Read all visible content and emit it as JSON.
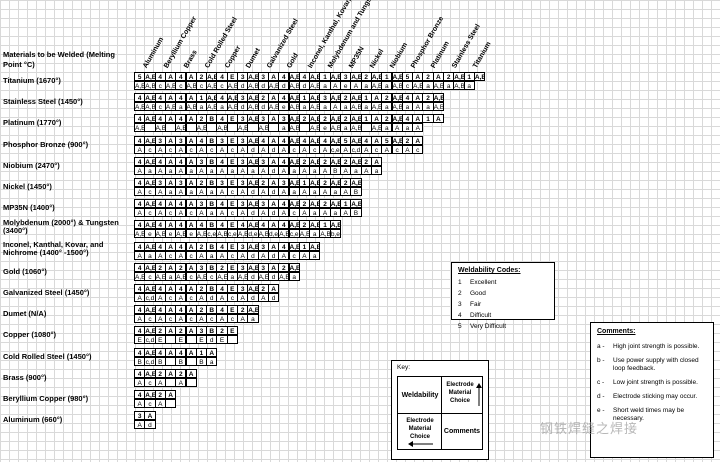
{
  "header_title": "Materials to be Welded (Melting Point °C)",
  "columns": [
    "Aluminum",
    "Beryllium Copper",
    "Brass",
    "Cold Rolled Steel",
    "Copper",
    "Dumet",
    "Galvanized Steel",
    "Gold",
    "Inconel, Kanthal, Kovar, and Nichrome",
    "Molybdenum and Tungsten",
    "MP35N",
    "Nickel",
    "Niobium",
    "Phosphor Bronze",
    "Platinum",
    "Stainless Steel",
    "Titanium"
  ],
  "rows": [
    {
      "label": "Titanium (1670°)",
      "top": [
        "5",
        "A,E",
        "4",
        "A",
        "4",
        "A",
        "2",
        "A,B",
        "4",
        "E",
        "3",
        "A,B",
        "3",
        "A",
        "4",
        "A,E",
        "4",
        "A,E",
        "1",
        "A,B",
        "3",
        "A,B",
        "2",
        "A,B",
        "1",
        "A,B",
        "5",
        "A",
        "2",
        "A",
        "2",
        "A,B",
        "1",
        "A,B"
      ],
      "bot": [
        "A,B",
        "A,B",
        "c",
        "A,B",
        "c",
        "A,B",
        "c",
        "A,B",
        "c",
        "A,B",
        "d",
        "A,B",
        "d",
        "A,B",
        "d",
        "A,B",
        "d",
        "A,B",
        "a",
        "A",
        "e",
        "A",
        "a",
        "A,B",
        "a",
        "A,B",
        "c",
        "A,B",
        "a",
        "A,B",
        "a",
        "A,B",
        "a"
      ]
    },
    {
      "label": "Stainless Steel (1450°)",
      "top": [
        "4",
        "A,E",
        "4",
        "A",
        "4",
        "A",
        "1",
        "A,B",
        "4",
        "A,E",
        "3",
        "A,B",
        "2",
        "A",
        "4",
        "A,E",
        "1",
        "A,B",
        "3",
        "A,B",
        "2",
        "A,B",
        "1",
        "A",
        "2",
        "A,B",
        "4",
        "A",
        "2",
        "A,B"
      ],
      "bot": [
        "A,B",
        "A,B",
        "c",
        "A,B",
        "a",
        "A,B",
        "a",
        "A,B",
        "a",
        "A,B",
        "d",
        "A,B",
        "d",
        "A,B",
        "e",
        "A,B",
        "a",
        "A,B",
        "a",
        "A",
        "a",
        "A,B",
        "a",
        "A,B",
        "a",
        "A,B",
        "a",
        "A",
        "a",
        "A,B"
      ]
    },
    {
      "label": "Platinum (1770°)",
      "top": [
        "4",
        "A,E",
        "4",
        "A",
        "4",
        "A",
        "2",
        "B",
        "4",
        "E",
        "3",
        "A,B",
        "3",
        "A",
        "3",
        "A,E",
        "2",
        "A,B",
        "2",
        "A,B",
        "2",
        "A,B",
        "1",
        "A",
        "2",
        "A,B",
        "4",
        "A",
        "1",
        "A"
      ],
      "bot": [
        "A,B",
        "",
        "A,B",
        "",
        "A,B",
        "",
        "A,B",
        "",
        "A,B",
        "",
        "A,B",
        "",
        "A,B",
        "",
        "a",
        "A,B",
        "",
        "A,B",
        "e",
        "A,B",
        "a",
        "A,B",
        "",
        "A,B",
        "a",
        "A",
        "a",
        "A"
      ]
    },
    {
      "label": "Phosphor Bronze (900°)",
      "top": [
        "4",
        "A,E",
        "3",
        "A",
        "3",
        "A",
        "4",
        "B",
        "3",
        "E",
        "3",
        "A,B",
        "4",
        "A",
        "4",
        "A,E",
        "4",
        "A,E",
        "4",
        "A,E",
        "5",
        "A,B",
        "4",
        "A",
        "5",
        "A,B",
        "2",
        "A"
      ],
      "bot": [
        "A",
        "c",
        "A",
        "c",
        "A",
        "c",
        "A",
        "c",
        "A",
        "c",
        "A",
        "d",
        "A",
        "d",
        "A",
        "c",
        "A",
        "c",
        "A",
        "c,e",
        "A",
        "c,d",
        "A",
        "c",
        "A",
        "c",
        "A",
        "c"
      ]
    },
    {
      "label": "Niobium (2470°)",
      "top": [
        "4",
        "A,E",
        "4",
        "A",
        "4",
        "A",
        "3",
        "B",
        "4",
        "E",
        "3",
        "A,B",
        "3",
        "A",
        "4",
        "A,E",
        "2",
        "A,B",
        "2",
        "A,B",
        "2",
        "A,B",
        "2",
        "A"
      ],
      "bot": [
        "A",
        "a",
        "A",
        "a",
        "A",
        "a",
        "A",
        "a",
        "A",
        "a",
        "A",
        "a",
        "A",
        "d",
        "A",
        "a",
        "A",
        "a",
        "A",
        "B",
        "A",
        "a",
        "A",
        "a"
      ]
    },
    {
      "label": "Nickel (1450°)",
      "top": [
        "4",
        "A,E",
        "3",
        "A",
        "3",
        "A",
        "2",
        "B",
        "3",
        "E",
        "3",
        "A,B",
        "2",
        "A",
        "3",
        "A,E",
        "1",
        "A,B",
        "2",
        "A,B",
        "2",
        "A,B"
      ],
      "bot": [
        "A",
        "c",
        "A",
        "a",
        "A",
        "a",
        "A",
        "a",
        "A",
        "c",
        "A",
        "d",
        "A",
        "d",
        "A",
        "a",
        "A",
        "a",
        "A",
        "a",
        "A",
        "B"
      ]
    },
    {
      "label": "MP35N (1400°)",
      "top": [
        "4",
        "A,E",
        "4",
        "A",
        "4",
        "A",
        "3",
        "B",
        "4",
        "E",
        "3",
        "A,B",
        "3",
        "A",
        "4",
        "A,E",
        "2",
        "A,B",
        "2",
        "A,B",
        "1",
        "A,B"
      ],
      "bot": [
        "A",
        "c",
        "A",
        "c",
        "A",
        "c",
        "A",
        "a",
        "A",
        "c",
        "A",
        "d",
        "A",
        "d",
        "A",
        "c",
        "A",
        "a",
        "A",
        "a",
        "A",
        "B"
      ]
    },
    {
      "label": "Molybdenum (2000°) & Tungsten (3400°)",
      "top": [
        "4",
        "A,E",
        "4",
        "A",
        "4",
        "A",
        "4",
        "B",
        "4",
        "E",
        "4",
        "A,B",
        "4",
        "A",
        "4",
        "A,E",
        "2",
        "A,B",
        "1",
        "A,B"
      ],
      "bot": [
        "A,B",
        "e",
        "A,B",
        "e",
        "A,B",
        "e",
        "A,B",
        "c,e",
        "A,B",
        "c,e",
        "A,B",
        "d,e",
        "A,B",
        "d,e",
        "A,B",
        "c,e",
        "A,B",
        "a",
        "A,B",
        "b,e"
      ]
    },
    {
      "label": "Inconel, Kanthal, Kovar, and Nichrome (1400° -1500°)",
      "top": [
        "4",
        "A,E",
        "4",
        "A",
        "4",
        "A",
        "2",
        "B",
        "4",
        "E",
        "3",
        "A,B",
        "3",
        "A",
        "4",
        "A,E",
        "1",
        "A,B"
      ],
      "bot": [
        "A",
        "a",
        "A",
        "c",
        "A",
        "c",
        "A",
        "a",
        "A",
        "c",
        "A",
        "d",
        "A",
        "d",
        "A",
        "c",
        "A",
        "a"
      ]
    },
    {
      "label": "Gold (1060°)",
      "top": [
        "4",
        "A,E",
        "2",
        "A",
        "2",
        "A",
        "3",
        "B",
        "2",
        "E",
        "3",
        "A,B",
        "3",
        "A",
        "2",
        "A,E"
      ],
      "bot": [
        "A,E",
        "c",
        "A,E",
        "a",
        "A,E",
        "c",
        "A,E",
        "c",
        "A,E",
        "a",
        "A,E",
        "d",
        "A,E",
        "d",
        "A,E",
        "a"
      ]
    },
    {
      "label": "Galvanized Steel (1450°)",
      "top": [
        "4",
        "A,E",
        "4",
        "A",
        "4",
        "A",
        "2",
        "B",
        "4",
        "E",
        "3",
        "A,B",
        "2",
        "A"
      ],
      "bot": [
        "A",
        "c,d",
        "A",
        "c",
        "A",
        "c",
        "A",
        "d",
        "A",
        "c",
        "A",
        "d",
        "A",
        "d"
      ]
    },
    {
      "label": "Dumet (N/A)",
      "top": [
        "4",
        "A,E",
        "4",
        "A",
        "4",
        "A",
        "2",
        "B",
        "4",
        "E",
        "2",
        "A,B"
      ],
      "bot": [
        "A",
        "c",
        "A",
        "c",
        "A",
        "c",
        "A",
        "c",
        "A",
        "c",
        "A",
        "a"
      ]
    },
    {
      "label": "Copper (1080°)",
      "top": [
        "4",
        "A,E",
        "2",
        "A",
        "2",
        "A",
        "3",
        "B",
        "2",
        "E"
      ],
      "bot": [
        "E",
        "c,d",
        "E",
        "",
        "E",
        "",
        "E",
        "d",
        "E",
        ""
      ]
    },
    {
      "label": "Cold Rolled Steel (1450°)",
      "top": [
        "4",
        "A,E",
        "4",
        "A",
        "4",
        "A",
        "1",
        "A"
      ],
      "bot": [
        "B",
        "c,d",
        "B",
        "",
        "B",
        "",
        "B",
        "a"
      ]
    },
    {
      "label": "Brass (900°)",
      "top": [
        "4",
        "A,E",
        "2",
        "A",
        "2",
        "A"
      ],
      "bot": [
        "A",
        "c",
        "A",
        "",
        "A",
        ""
      ]
    },
    {
      "label": "Beryllium Copper (980°)",
      "top": [
        "4",
        "A,E",
        "2",
        "A"
      ],
      "bot": [
        "A",
        "c",
        "A",
        ""
      ]
    },
    {
      "label": "Aluminum (660°)",
      "top": [
        "3",
        "A"
      ],
      "bot": [
        "A",
        "d"
      ]
    }
  ],
  "codes": {
    "title": "Weldability Codes:",
    "items": [
      {
        "num": "1",
        "text": "Excellent"
      },
      {
        "num": "2",
        "text": "Good"
      },
      {
        "num": "3",
        "text": "Fair"
      },
      {
        "num": "4",
        "text": "Difficult"
      },
      {
        "num": "5",
        "text": "Very Difficult"
      }
    ]
  },
  "key": {
    "title": "Key:",
    "weldability": "Weldability",
    "electrode_top": "Electrode Material Choice",
    "electrode_bottom": "Electrode Material Choice",
    "comments": "Comments"
  },
  "comments": {
    "title": "Comments:",
    "items": [
      {
        "letter": "a -",
        "text": "High joint strength is possible."
      },
      {
        "letter": "b -",
        "text": "Use power supply with closed loop feedback."
      },
      {
        "letter": "c -",
        "text": "Low joint strength is possible."
      },
      {
        "letter": "d -",
        "text": "Electrode sticking may occur."
      },
      {
        "letter": "e -",
        "text": "Short weld times may be necessary."
      }
    ]
  },
  "watermark": "钢铁焊缝之焊接"
}
